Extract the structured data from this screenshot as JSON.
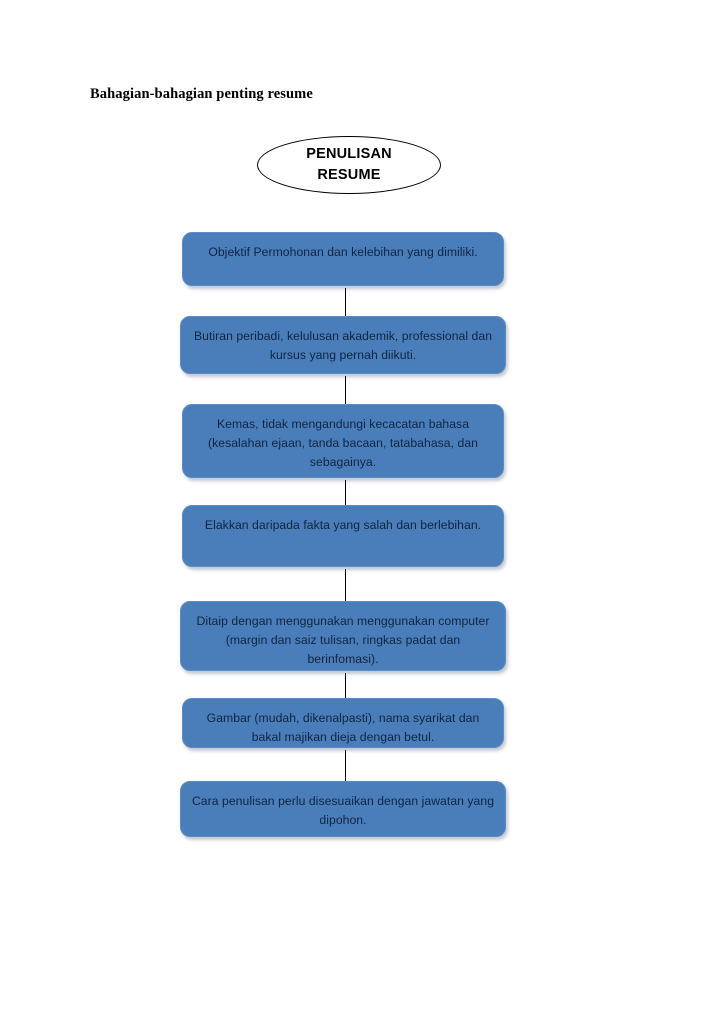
{
  "document": {
    "title": "Bahagian-bahagian penting resume",
    "page_background": "#ffffff"
  },
  "colors": {
    "box_fill": "#4a7ebb",
    "box_border": "#5c8cc4",
    "box_text": "#10243f",
    "ellipse_stroke": "#000000",
    "ellipse_fill": "#ffffff",
    "connector": "#000000"
  },
  "chart_data": {
    "type": "diagram",
    "diagram_kind": "vertical-flowchart",
    "title": "Bahagian-bahagian penting resume",
    "root": {
      "shape": "ellipse",
      "line1": "PENULISAN",
      "line2": "RESUME"
    },
    "connector_style": "vertical-line",
    "nodes": [
      {
        "id": "node-1",
        "shape": "rounded-rectangle",
        "text": "Objektif Permohonan dan kelebihan yang dimiliki."
      },
      {
        "id": "node-2",
        "shape": "rounded-rectangle",
        "text": "Butiran peribadi, kelulusan akademik, professional dan kursus yang pernah diikuti."
      },
      {
        "id": "node-3",
        "shape": "rounded-rectangle",
        "text": "Kemas, tidak mengandungi kecacatan bahasa (kesalahan ejaan, tanda bacaan, tatabahasa, dan sebagainya."
      },
      {
        "id": "node-4",
        "shape": "rounded-rectangle",
        "text": "Elakkan daripada fakta yang salah dan berlebihan."
      },
      {
        "id": "node-5",
        "shape": "rounded-rectangle",
        "text": "Ditaip dengan menggunakan menggunakan computer (margin dan saiz tulisan, ringkas padat dan berinfomasi)."
      },
      {
        "id": "node-6",
        "shape": "rounded-rectangle",
        "text": "Gambar (mudah, dikenalpasti), nama syarikat dan bakal majikan dieja dengan betul."
      },
      {
        "id": "node-7",
        "shape": "rounded-rectangle",
        "text": "Cara penulisan perlu disesuaikan dengan jawatan yang dipohon."
      }
    ],
    "edges": [
      {
        "from": "node-1",
        "to": "node-2"
      },
      {
        "from": "node-2",
        "to": "node-3"
      },
      {
        "from": "node-3",
        "to": "node-4"
      },
      {
        "from": "node-4",
        "to": "node-5"
      },
      {
        "from": "node-5",
        "to": "node-6"
      },
      {
        "from": "node-6",
        "to": "node-7"
      }
    ]
  }
}
